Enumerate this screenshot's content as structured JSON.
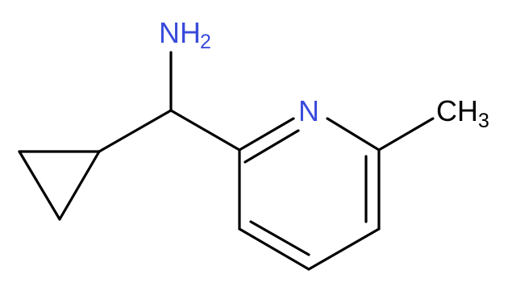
{
  "molecule": {
    "labels": {
      "nh2_main": "NH",
      "nh2_sub": "2",
      "ring_n": "N",
      "ch3_main": "CH",
      "ch3_sub": "3"
    },
    "colors": {
      "bond": "#000000",
      "nitrogen": "#3a4bdb",
      "carbon_label": "#000000",
      "background": "#ffffff"
    }
  }
}
